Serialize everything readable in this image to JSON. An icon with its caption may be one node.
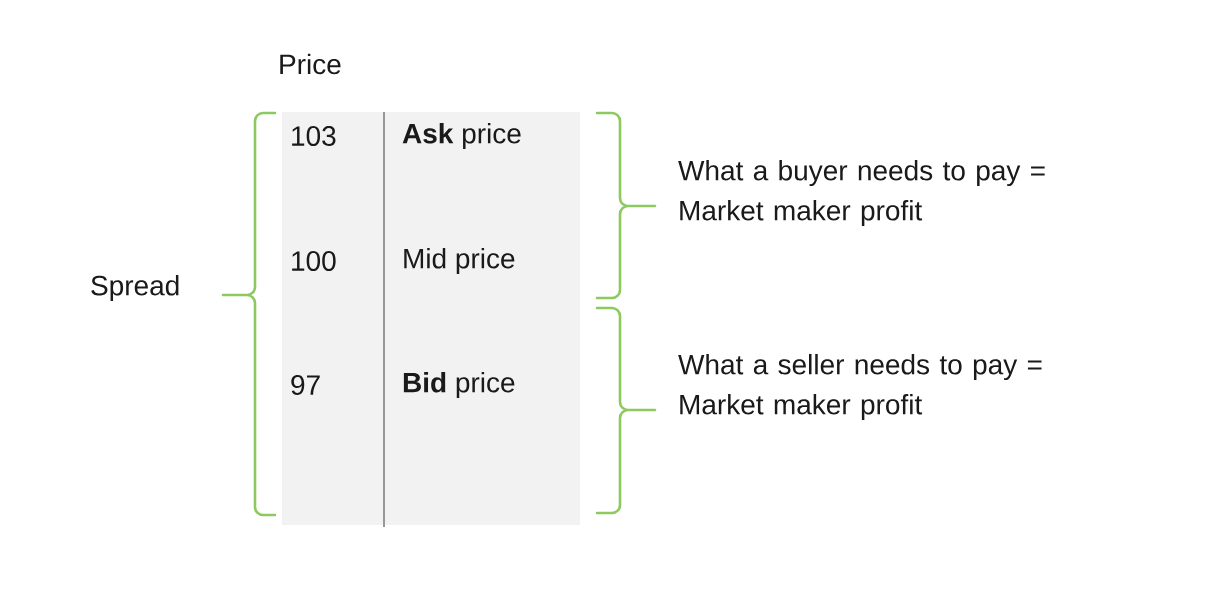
{
  "diagram": {
    "nodes": [
      {
        "text": [
          "Price",
          "103",
          "**Ask** price",
          "100",
          "Mid price",
          "97",
          "**Bid** price"
        ]
      }
    ],
    "labels": [
      "Spread",
      "What a buyer needs to pay = Market maker profit",
      "What a seller needs to pay = Market maker profit"
    ]
  }
}
